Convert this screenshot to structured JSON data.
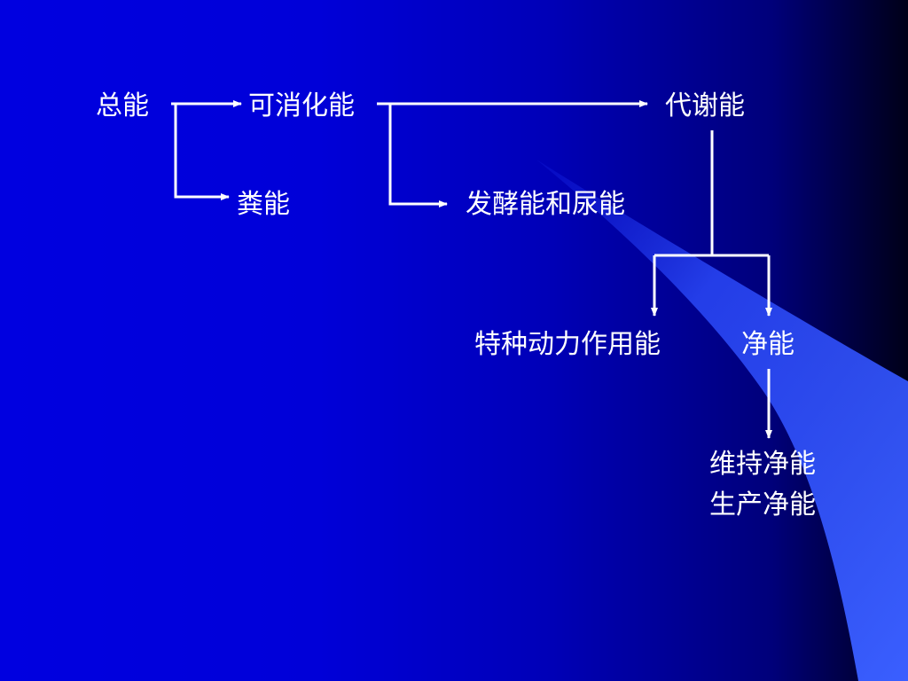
{
  "diagram": {
    "nodes": {
      "total_energy": "总能",
      "digestible_energy": "可消化能",
      "metabolizable_energy": "代谢能",
      "fecal_energy": "粪能",
      "fermentation_urine_energy": "发酵能和尿能",
      "sda_energy": "特种动力作用能",
      "net_energy": "净能",
      "maintenance_net_energy": "维持净能",
      "production_net_energy": "生产净能"
    },
    "edges": [
      {
        "from": "总能",
        "to": "可消化能"
      },
      {
        "from": "总能",
        "to": "粪能"
      },
      {
        "from": "可消化能",
        "to": "代谢能"
      },
      {
        "from": "可消化能",
        "to": "发酵能和尿能"
      },
      {
        "from": "代谢能",
        "to": "特种动力作用能"
      },
      {
        "from": "代谢能",
        "to": "净能"
      },
      {
        "from": "净能",
        "to": "维持净能"
      }
    ]
  },
  "colors": {
    "background_left": "#0000e0",
    "background_right": "#000018",
    "beam": "#3355ff",
    "lines": "#ffffff",
    "text": "#ffffff"
  }
}
